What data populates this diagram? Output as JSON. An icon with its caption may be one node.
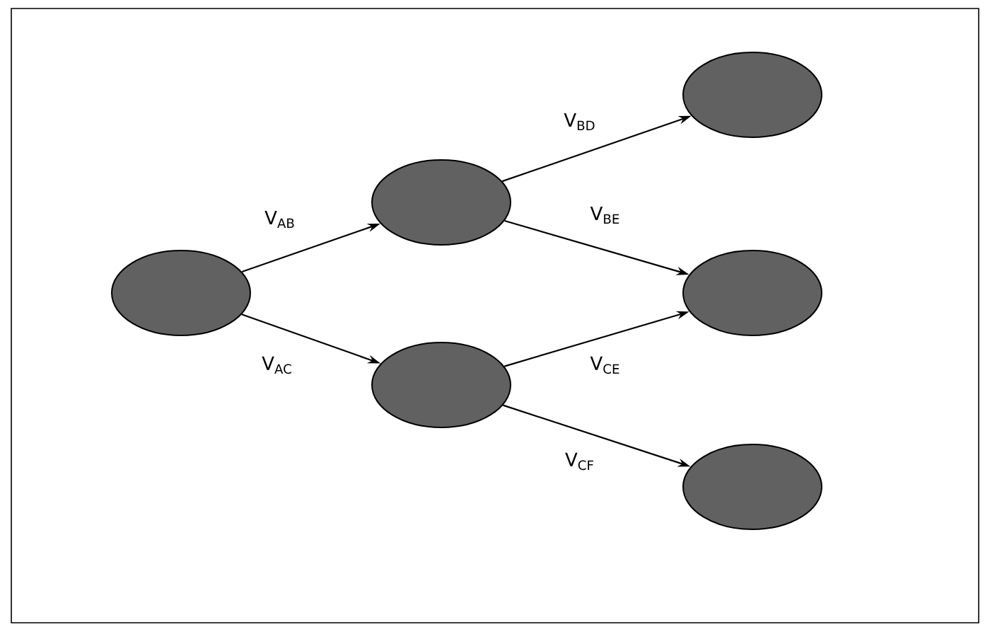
{
  "diagram": {
    "nodes": [
      {
        "text": [],
        "shape": "ellipse"
      },
      {
        "text": [],
        "shape": "ellipse"
      },
      {
        "text": [],
        "shape": "ellipse"
      },
      {
        "text": [],
        "shape": "ellipse"
      },
      {
        "text": [],
        "shape": "ellipse"
      },
      {
        "text": [],
        "shape": "ellipse"
      }
    ],
    "edges": [
      {
        "from": 0,
        "to": 1,
        "arrow": "to",
        "label": "V$_{AB}$"
      },
      {
        "from": 0,
        "to": 2,
        "arrow": "to",
        "label": "V$_{AC}$"
      },
      {
        "from": 1,
        "to": 3,
        "arrow": "to",
        "label": "V$_{BD}$"
      },
      {
        "from": 1,
        "to": 4,
        "arrow": "to",
        "label": "V$_{BE}$"
      },
      {
        "from": 2,
        "to": 4,
        "arrow": "to",
        "label": "V$_{CE}$"
      },
      {
        "from": 2,
        "to": 5,
        "arrow": "to",
        "label": "V$_{CF}$"
      }
    ]
  }
}
